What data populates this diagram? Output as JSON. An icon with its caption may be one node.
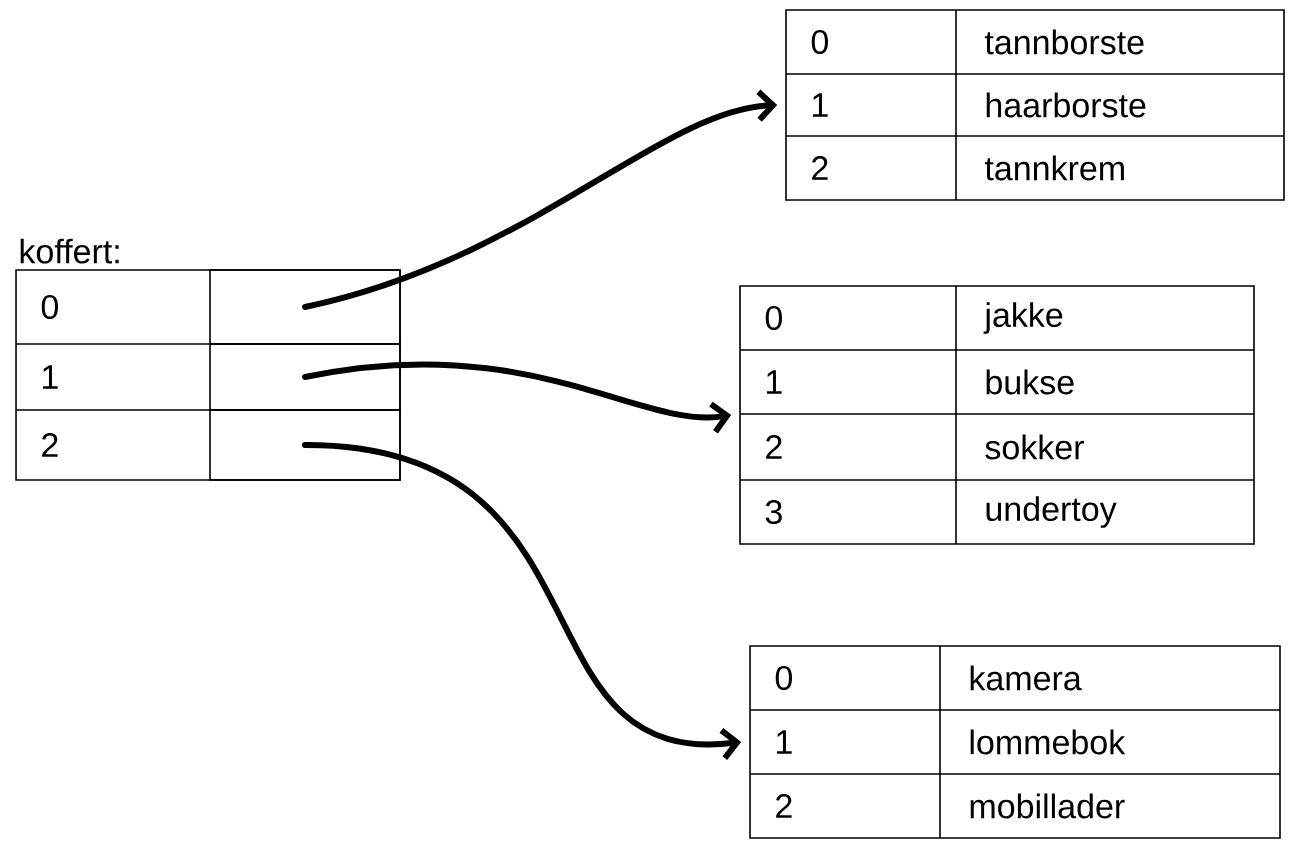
{
  "diagram": {
    "nodes": [
      {
        "text": [
          "koffert:",
          "0",
          "1",
          "2"
        ]
      },
      {
        "text": [],
        "shape": "box",
        "in": 0
      },
      {
        "text": [],
        "shape": "box",
        "in": 0
      },
      {
        "text": [],
        "shape": "box",
        "in": 0
      },
      {
        "text": [
          "0",
          "tannborste",
          "1",
          "haarborste",
          "2",
          "tannkrem"
        ]
      },
      {
        "text": [
          "0",
          "jakke",
          "1",
          "bukse",
          "2",
          "sokker",
          "3",
          "undertoy"
        ]
      },
      {
        "text": [
          "0",
          "kamera",
          "1",
          "lommebok",
          "2",
          "mobillader"
        ]
      }
    ],
    "edges": [
      {
        "from": 1,
        "to": 4,
        "arrow": "to"
      },
      {
        "from": 2,
        "to": 5,
        "arrow": "to"
      },
      {
        "from": 3,
        "to": 6,
        "arrow": "to"
      }
    ]
  }
}
